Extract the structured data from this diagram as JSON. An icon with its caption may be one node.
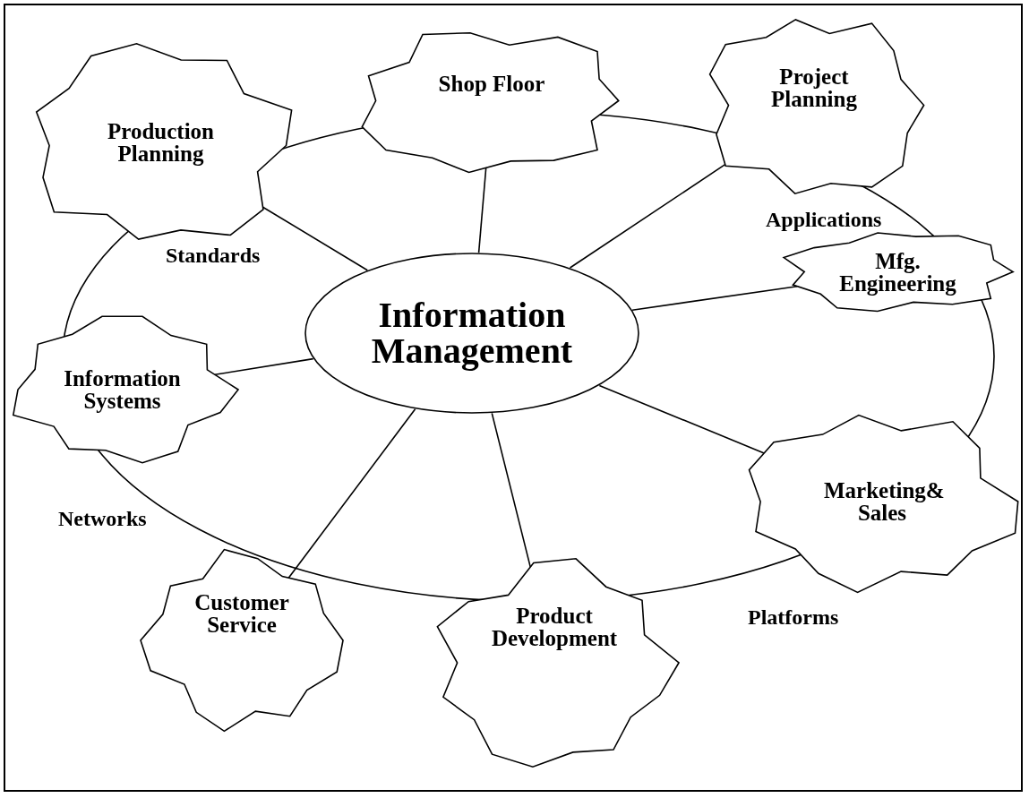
{
  "diagram": {
    "nodes": [
      {
        "text": [
          "Information Management"
        ]
      },
      {
        "text": [
          "Production Planning"
        ]
      },
      {
        "text": [
          "Shop Floor"
        ]
      },
      {
        "text": [
          "Project Planning"
        ]
      },
      {
        "text": [
          "Mfg. Engineering"
        ]
      },
      {
        "text": [
          "Marketing& Sales"
        ]
      },
      {
        "text": [
          "Product Development"
        ]
      },
      {
        "text": [
          "Customer Service"
        ]
      },
      {
        "text": [
          "Information Systems"
        ]
      }
    ],
    "edges": [
      {
        "from": 0,
        "to": 1,
        "arrow": "none"
      },
      {
        "from": 0,
        "to": 2,
        "arrow": "none"
      },
      {
        "from": 0,
        "to": 3,
        "arrow": "none"
      },
      {
        "from": 0,
        "to": 4,
        "arrow": "none"
      },
      {
        "from": 0,
        "to": 5,
        "arrow": "none"
      },
      {
        "from": 0,
        "to": 6,
        "arrow": "none"
      },
      {
        "from": 0,
        "to": 7,
        "arrow": "none"
      },
      {
        "from": 0,
        "to": 8,
        "arrow": "none"
      }
    ],
    "labels": [
      "Standards",
      "Applications",
      "Networks",
      "Platforms"
    ]
  }
}
